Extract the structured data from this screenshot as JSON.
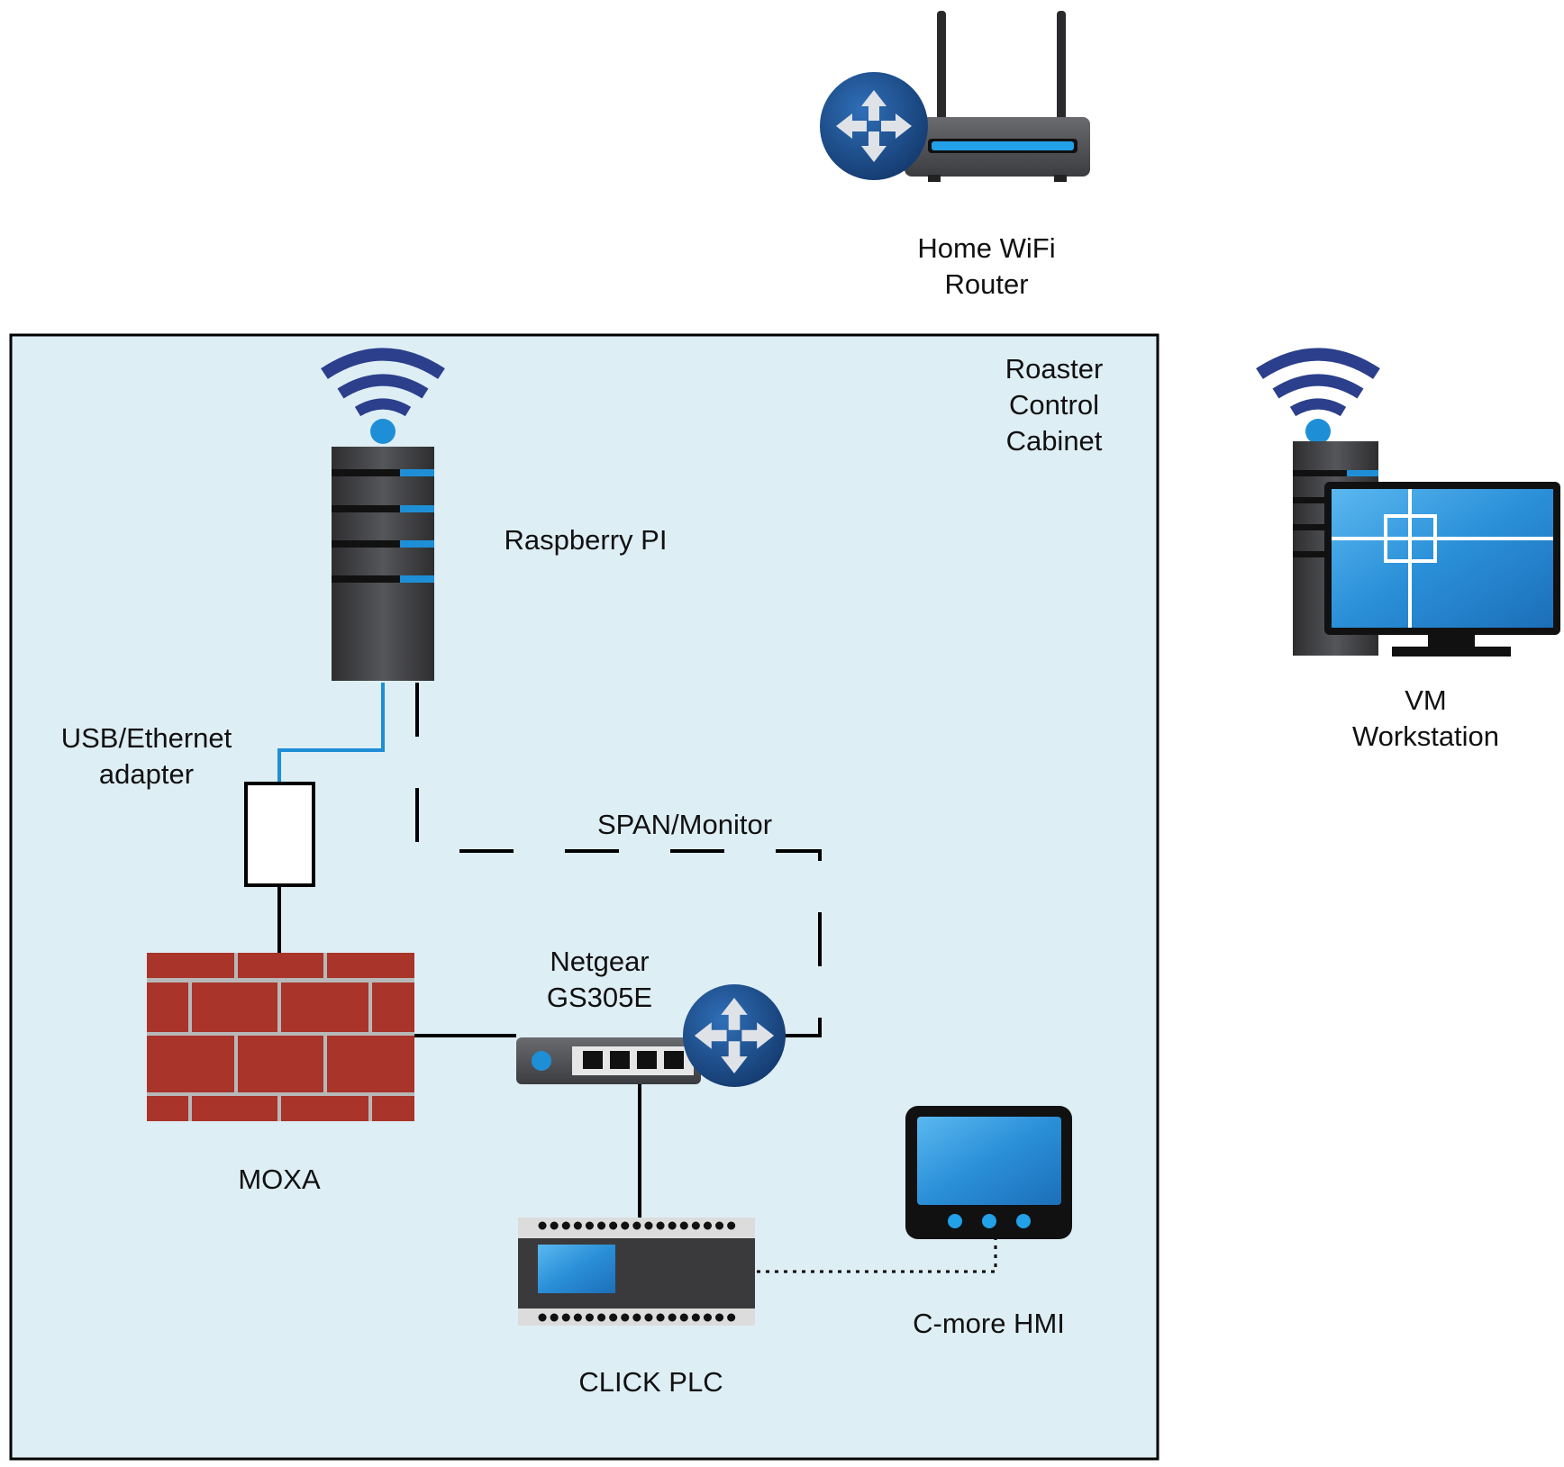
{
  "colors": {
    "cabinet_fill": "#deeef5",
    "cabinet_border": "#000000",
    "accent_blue": "#1e8fd6",
    "router_blue": "#1d4f8c",
    "wifi_blue": "#2b3f8c",
    "device_dark": "#3a3a3c",
    "brick_red": "#a8342a",
    "screen_blue": "#2a8fd8",
    "line": "#000000"
  },
  "labels": {
    "home_router": "Home WiFi\nRouter",
    "cabinet": "Roaster\nControl\nCabinet",
    "raspberry_pi": "Raspberry PI",
    "usb_adapter": "USB/Ethernet\nadapter",
    "span_monitor": "SPAN/Monitor",
    "netgear": "Netgear\nGS305E",
    "moxa": "MOXA",
    "click_plc": "CLICK PLC",
    "hmi": "C-more HMI",
    "vm_workstation": "VM\nWorkstation"
  },
  "icons": {
    "home_router": "wifi-router-icon",
    "raspberry_pi": "server-tower-icon",
    "wifi": "wifi-signal-icon",
    "usb_adapter": "adapter-box-icon",
    "moxa": "firewall-brick-icon",
    "netgear": "network-switch-icon",
    "click_plc": "plc-module-icon",
    "hmi": "touch-panel-icon",
    "vm_workstation": "workstation-icon"
  }
}
